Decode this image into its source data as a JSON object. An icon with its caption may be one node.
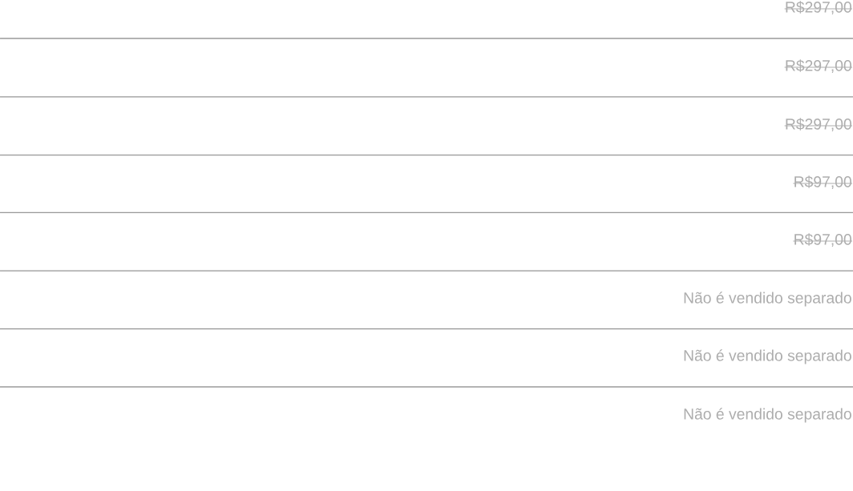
{
  "diagram": {
    "labels": [
      "R$297,00",
      "R$297,00",
      "R$297,00",
      "R$97,00",
      "R$97,00",
      "Não é vendido separado",
      "Não é vendido separado",
      "Não é vendido separado"
    ]
  }
}
